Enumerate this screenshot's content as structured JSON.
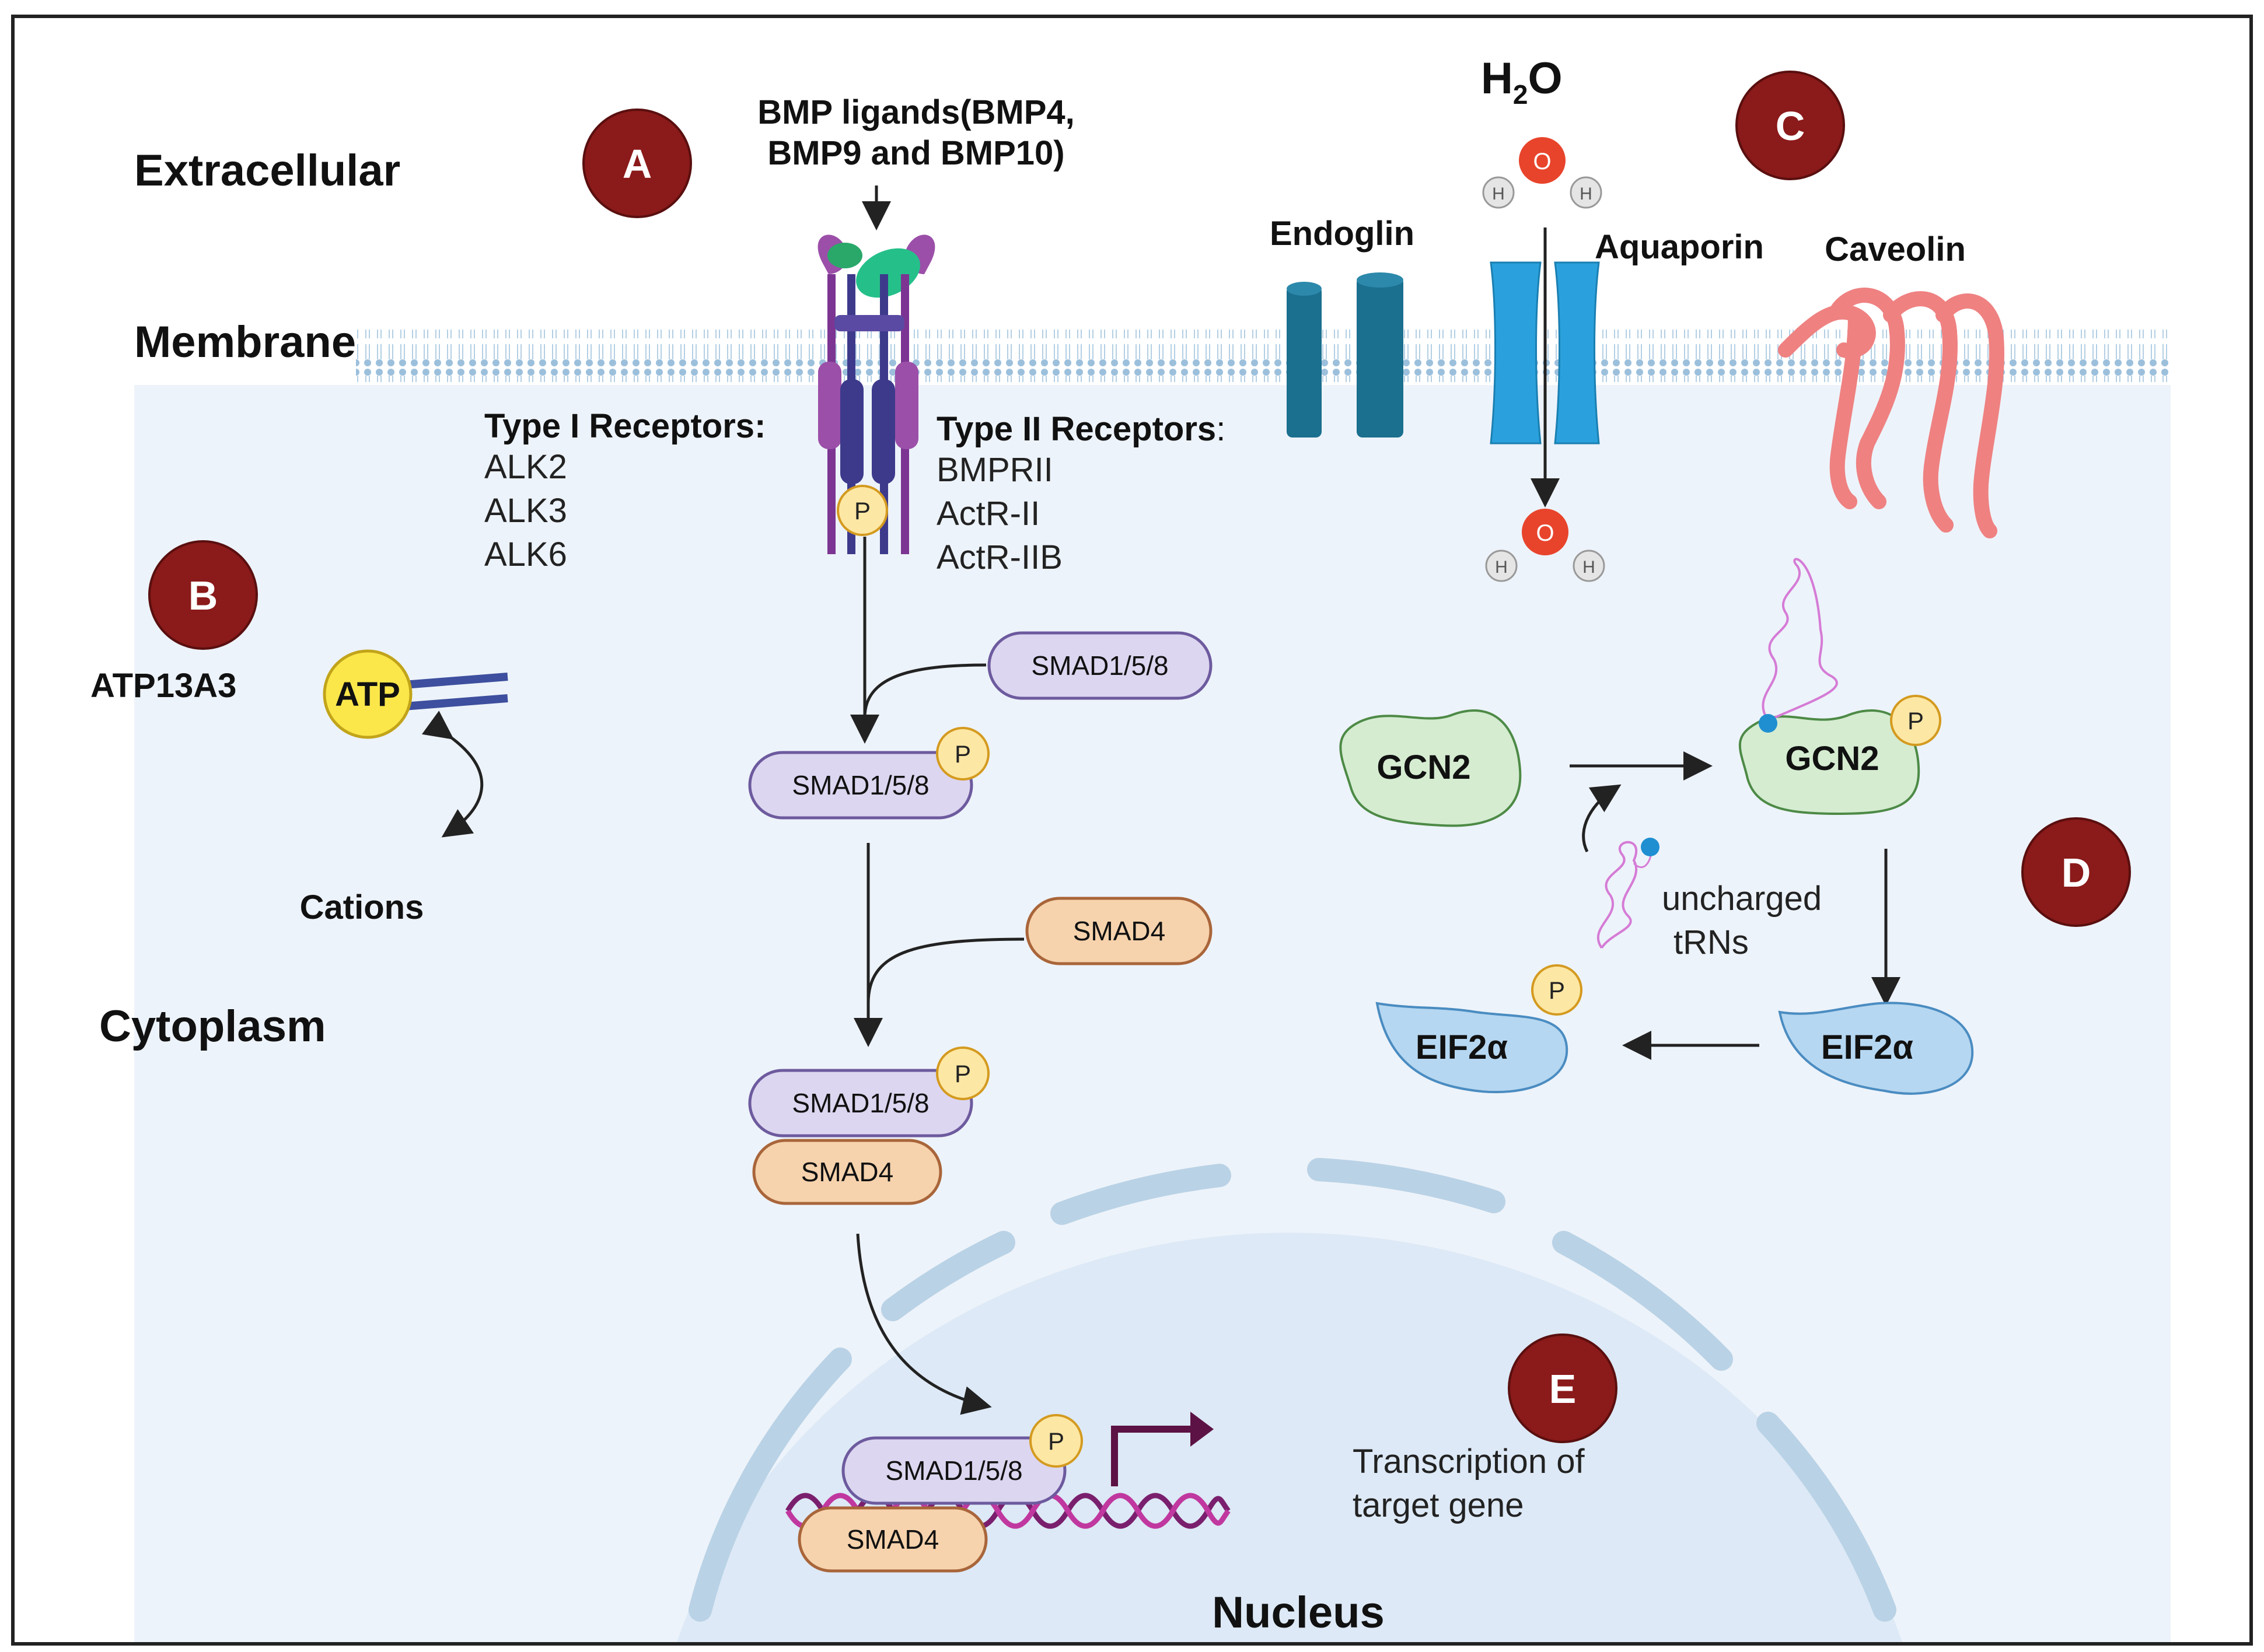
{
  "regions": {
    "extracellular": "Extracellular",
    "membrane": "Membrane",
    "cytoplasm": "Cytoplasm",
    "nucleus": "Nucleus"
  },
  "badges": {
    "a": "A",
    "b": "B",
    "c": "C",
    "d": "D",
    "e": "E"
  },
  "panel_a": {
    "ligands_line1": "BMP ligands(BMP4,",
    "ligands_line2": "BMP9 and BMP10)",
    "type1_title": "Type I Receptors:",
    "type1_items": [
      "ALK2",
      "ALK3",
      "ALK6"
    ],
    "type2_title": "Type II Receptors",
    "type2_colon": ":",
    "type2_items": [
      "BMPRII",
      "ActR-II",
      "ActR-IIB"
    ],
    "smad158": "SMAD1/5/8",
    "smad4": "SMAD4",
    "phospho": "P"
  },
  "panel_b": {
    "pump": "ATP13A3",
    "atp": "ATP",
    "cations": "Cations"
  },
  "panel_c": {
    "water_h": "H",
    "water_sub": "2",
    "water_o": "O",
    "endoglin": "Endoglin",
    "aquaporin": "Aquaporin",
    "caveolin": "Caveolin",
    "atom_o": "O",
    "atom_h": "H"
  },
  "panel_d": {
    "gcn2": "GCN2",
    "eif2a": "EIF2α",
    "trna_line1": "uncharged",
    "trna_line2": "tRNs"
  },
  "panel_e": {
    "transcription_line1": "Transcription of",
    "transcription_line2": "target gene"
  },
  "colors": {
    "badge": "#8b1a1a",
    "smad158_fill": "#dcd6f0",
    "smad158_stroke": "#6d5a9e",
    "smad4_fill": "#f6d3ad",
    "smad4_stroke": "#a9653a",
    "phospho_fill": "#fde7a4",
    "phospho_stroke": "#d49a1f",
    "gcn2_fill": "#d5ecd1",
    "eif2a_fill": "#b6d7f1",
    "aquaporin": "#2aa1dc",
    "endoglin": "#1b6f8f",
    "caveolin": "#ef8181",
    "cytoplasm": "#edf3fa",
    "nucleus": "#dde9f6"
  }
}
